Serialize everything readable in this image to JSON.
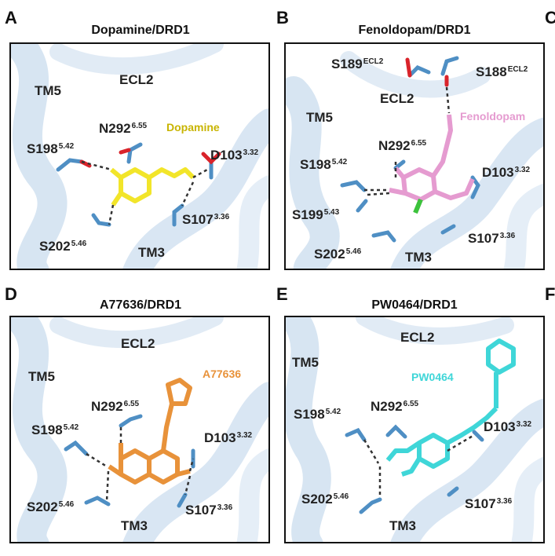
{
  "panels": {
    "A": {
      "letter": "A",
      "title": "Dopamine/DRD1",
      "ligand": "Dopamine",
      "ligand_color": "#c8b400",
      "labels": {
        "tm5": "TM5",
        "ecl2": "ECL2",
        "tm3": "TM3",
        "s198": "S198",
        "s198_sup": "5.42",
        "n292": "N292",
        "n292_sup": "6.55",
        "d103": "D103",
        "d103_sup": "3.32",
        "s107": "S107",
        "s107_sup": "3.36",
        "s202": "S202",
        "s202_sup": "5.46"
      }
    },
    "B": {
      "letter": "B",
      "title": "Fenoldopam/DRD1",
      "ligand": "Fenoldopam",
      "ligand_color": "#e59bd0",
      "labels": {
        "tm5": "TM5",
        "ecl2": "ECL2",
        "tm3": "TM3",
        "s189": "S189",
        "s189_sup": "ECL2",
        "s188": "S188",
        "s188_sup": "ECL2",
        "n292": "N292",
        "n292_sup": "6.55",
        "s198": "S198",
        "s198_sup": "5.42",
        "d103": "D103",
        "d103_sup": "3.32",
        "s199": "S199",
        "s199_sup": "5.43",
        "s107": "S107",
        "s107_sup": "3.36",
        "s202": "S202",
        "s202_sup": "5.46"
      }
    },
    "C": {
      "letter": "C"
    },
    "D": {
      "letter": "D",
      "title": "A77636/DRD1",
      "ligand": "A77636",
      "ligand_color": "#e8923a",
      "labels": {
        "tm5": "TM5",
        "ecl2": "ECL2",
        "tm3": "TM3",
        "n292": "N292",
        "n292_sup": "6.55",
        "s198": "S198",
        "s198_sup": "5.42",
        "d103": "D103",
        "d103_sup": "3.32",
        "s202": "S202",
        "s202_sup": "5.46",
        "s107": "S107",
        "s107_sup": "3.36"
      }
    },
    "E": {
      "letter": "E",
      "title": "PW0464/DRD1",
      "ligand": "PW0464",
      "ligand_color": "#3fd6d8",
      "labels": {
        "tm5": "TM5",
        "ecl2": "ECL2",
        "tm3": "TM3",
        "s198": "S198",
        "s198_sup": "5.42",
        "n292": "N292",
        "n292_sup": "6.55",
        "d103": "D103",
        "d103_sup": "3.32",
        "s202": "S202",
        "s202_sup": "5.46",
        "s107": "S107",
        "s107_sup": "3.36"
      }
    },
    "F": {
      "letter": "F"
    }
  },
  "colors": {
    "helix": "#c9dcee",
    "helix_dark": "#a9c6e2",
    "residue": "#4f8fc4",
    "oxygen": "#d9232a",
    "nitrogen": "#2a3fbf",
    "hbond": "#333333"
  }
}
